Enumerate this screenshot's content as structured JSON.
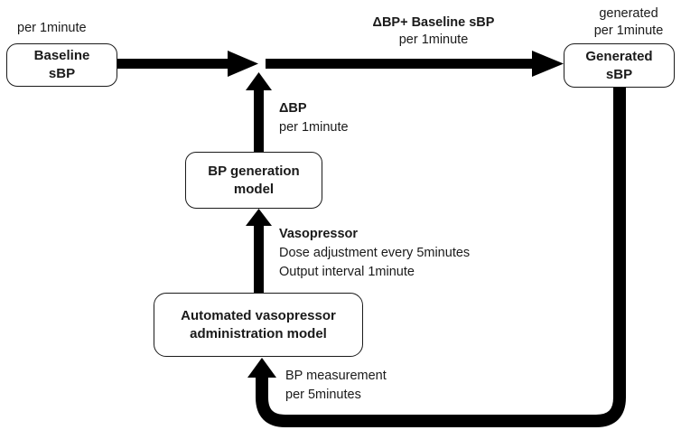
{
  "nodes": {
    "baseline": {
      "line1": "Baseline",
      "line2": "sBP"
    },
    "generated": {
      "line1": "Generated",
      "line2": "sBP"
    },
    "bp_model": {
      "line1": "BP generation",
      "line2": "model"
    },
    "vaso_model": {
      "line1": "Automated vasopressor",
      "line2": "administration model"
    }
  },
  "labels": {
    "baseline_rate": "per 1minute",
    "sum_title": "ΔBP+ Baseline sBP",
    "sum_rate": "per 1minute",
    "generated_line1": "generated",
    "generated_line2": "per 1minute",
    "delta_title": "ΔBP",
    "delta_rate": "per 1minute",
    "vaso_title": "Vasopressor",
    "vaso_line1": "Dose adjustment every 5minutes",
    "vaso_line2": "Output interval 1minute",
    "meas_line1": "BP measurement",
    "meas_line2": "per 5minutes"
  }
}
